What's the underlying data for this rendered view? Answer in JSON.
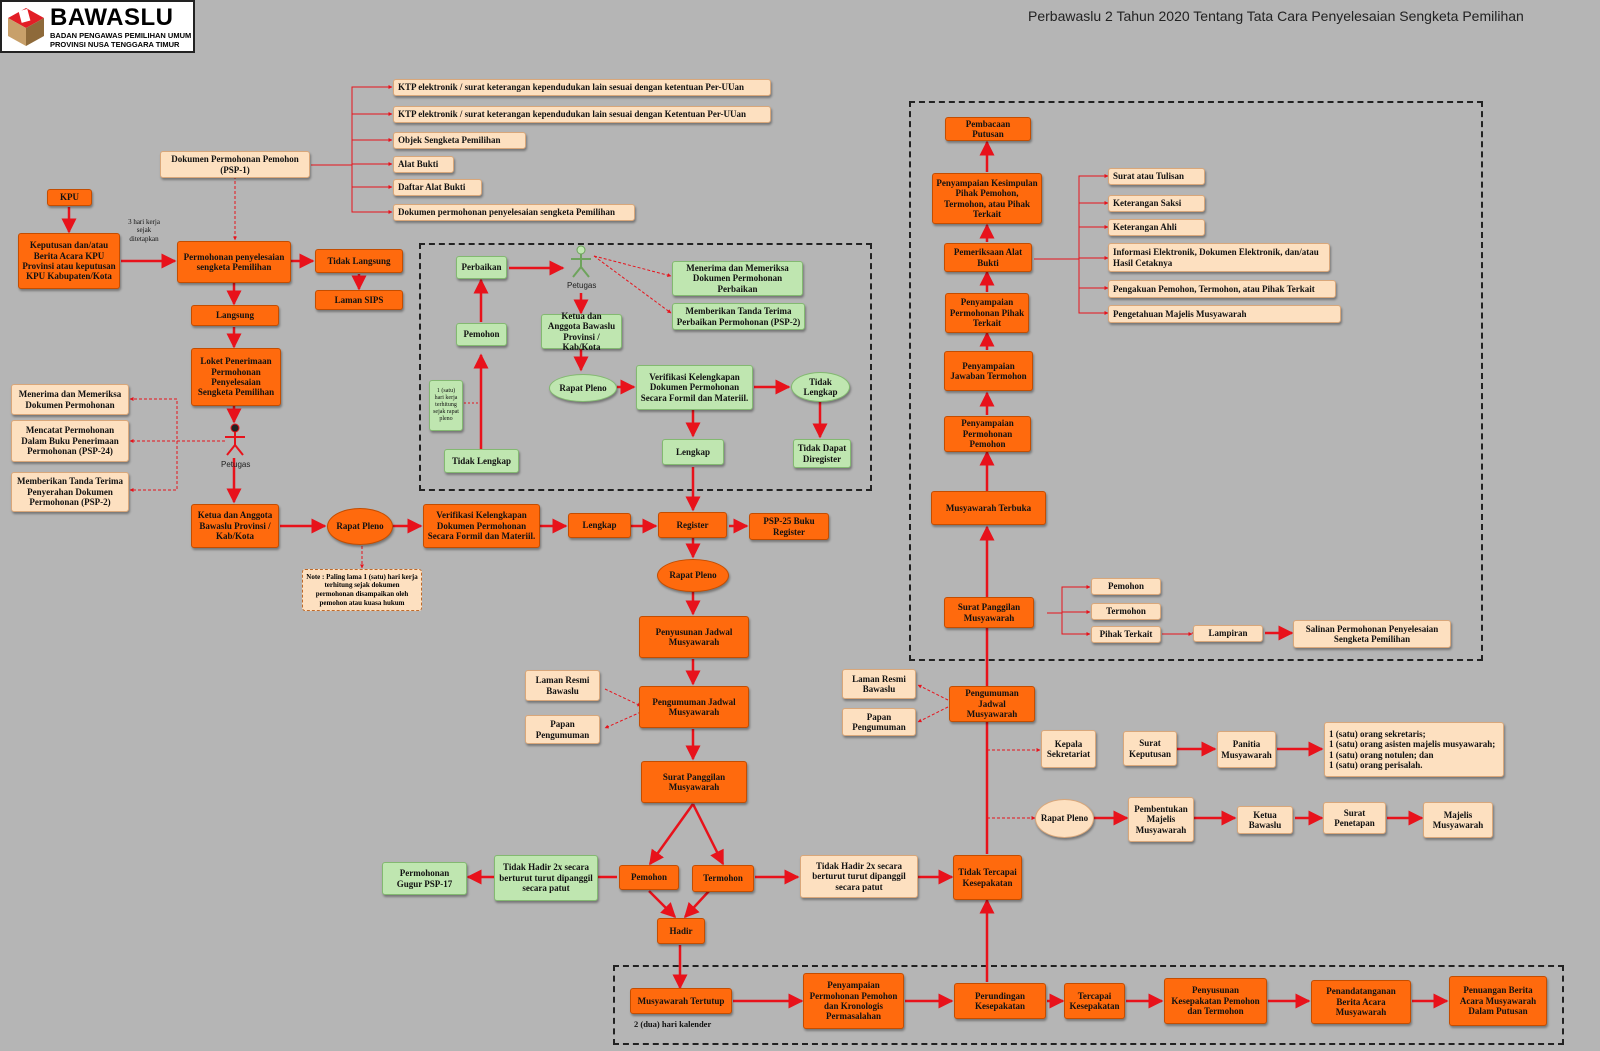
{
  "header": {
    "logo_name": "BAWASLU",
    "logo_line1": "BADAN PENGAWAS PEMILIHAN UMUM",
    "logo_line2": "PROVINSI NUSA TENGGARA TIMUR",
    "title": "Perbawaslu 2 Tahun 2020 Tentang Tata Cara Penyelesaian Sengketa Pemilihan"
  },
  "left": {
    "kpu": "KPU",
    "keputusan": "Keputusan dan/atau Berita Acara KPU Provinsi atau keputusan KPU Kabupaten/Kota",
    "hari3": "3 hari kerja sejak ditetapkan",
    "dokumen": "Dokumen Permohonan Pemohon (PSP-1)",
    "docs": [
      "KTP elektronik / surat keterangan kependudukan lain sesuai dengan ketentuan Per-UUan",
      "KTP elektronik / surat keterangan kependudukan lain sesuai dengan Ketentuan Per-UUan",
      "Objek Sengketa Pemilihan",
      "Alat Bukti",
      "Daftar Alat Bukti",
      "Dokumen permohonan penyelesaian sengketa Pemilihan"
    ],
    "permohonan": "Permohonan penyelesaian sengketa Pemilihan",
    "tidak_langsung": "Tidak Langsung",
    "laman_sips": "Laman SIPS",
    "langsung": "Langsung",
    "loket": "Loket Penerimaan Permohonan Penyelesaian Sengketa Pemilihan",
    "petugas": "Petugas",
    "menerima": "Menerima dan Memeriksa Dokumen Permohonan",
    "mencatat": "Mencatat Permohonan Dalam Buku Penerimaan Permohonan  (PSP-24)",
    "memberikan": "Memberikan Tanda Terima Penyerahan Dokumen Permohonan (PSP-2)",
    "ketua": "Ketua dan Anggota Bawaslu Provinsi / Kab/Kota",
    "rapat": "Rapat Pleno",
    "note": "Note : Paling lama 1 (satu) hari kerja terhitung sejak dokumen permohonan disampaikan oleh pemohon atau kuasa hukum",
    "verifikasi": "Verifikasi Kelengkapan Dokumen Permohonan Secara Formil dan Materiil.",
    "lengkap": "Lengkap",
    "register": "Register",
    "psp25": "PSP-25 Buku Register"
  },
  "perbaikan": {
    "perbaikan": "Perbaikan",
    "pemohon": "Pemohon",
    "satu_hari": "1 (satu) hari kerja terhitung sejak rapat pleno",
    "tidak_lengkap": "Tidak Lengkap",
    "petugas": "Petugas",
    "menerima": "Menerima dan Memeriksa Dokumen Permohonan Perbaikan",
    "memberikan": "Memberikan Tanda Terima Perbaikan Permohonan (PSP-2)",
    "ketua": "Ketua dan Anggota Bawaslu Provinsi / Kab/Kota",
    "rapat": "Rapat Pleno",
    "verifikasi": "Verifikasi Kelengkapan Dokumen Permohonan Secara Formil dan Materiil.",
    "tidak_lengkap2": "Tidak Lengkap",
    "tidak_dapat": "Tidak Dapat Diregister",
    "lengkap": "Lengkap"
  },
  "center": {
    "rapat": "Rapat Pleno",
    "penyusunan": "Penyusunan Jadwal Musyawarah",
    "laman_resmi": "Laman Resmi Bawaslu",
    "papan": "Papan Pengumuman",
    "pengumuman": "Pengumuman Jadwal Musyawarah",
    "surat": "Surat Panggilan Musyawarah",
    "pemohon": "Pemohon",
    "termohon": "Termohon",
    "tidak_hadir_g": "Tidak Hadir 2x secara berturut turut dipanggil secara patut",
    "gugur": "Permohonan Gugur PSP-17",
    "tidak_hadir_p": "Tidak Hadir 2x secara berturut turut dipanggil secara patut",
    "hadir": "Hadir"
  },
  "bottom": {
    "tertutup": "Musyawarah Tertutup",
    "dua_hari": "2 (dua) hari kalender",
    "penyampaian": "Penyampaian Permohonan Pemohon dan Kronologis Permasalahan",
    "perundingan": "Perundingan Kesepakatan",
    "tercapai": "Tercapai Kesepakatan",
    "penyusunan": "Penyusunan Kesepakatan Pemohon dan Termohon",
    "penandatanganan": "Penandatanganan Berita Acara Musyawarah",
    "penuangan": "Penuangan Berita Acara Musyawarah Dalam Putusan"
  },
  "right": {
    "tidak_tercapai": "Tidak Tercapai Kesepakatan",
    "rapat": "Rapat Pleno",
    "pembentukan": "Pembentukan Majelis Musyawarah",
    "ketua_bawaslu": "Ketua Bawaslu",
    "surat_penetapan": "Surat Penetapan",
    "majelis": "Majelis Musyawarah",
    "kepala": "Kepala Sekretariat",
    "surat_keputusan": "Surat Keputusan",
    "panitia": "Panitia Musyawarah",
    "panitia_list": "1 (satu) orang sekretaris;\n1 (satu) orang asisten majelis musyawarah;\n1 (satu) orang notulen; dan\n1 (satu) orang perisalah.",
    "pengumuman": "Pengumuman Jadwal Musyawarah",
    "laman_resmi": "Laman Resmi Bawaslu",
    "papan": "Papan Pengumuman",
    "surat_panggilan": "Surat Panggilan Musyawarah",
    "pemohon": "Pemohon",
    "termohon": "Termohon",
    "pihak_terkait": "Pihak Terkait",
    "lampiran": "Lampiran",
    "salinan": "Salinan Permohonan Penyelesaian Sengketa Pemilihan",
    "terbuka": "Musyawarah Terbuka",
    "peny_pemohon": "Penyampaian Permohonan Pemohon",
    "peny_termohon": "Penyampaian Jawaban Termohon",
    "peny_pihak": "Penyampaian Permohonan Pihak Terkait",
    "pemeriksaan": "Pemeriksaan Alat Bukti",
    "bukti": [
      "Surat atau Tulisan",
      "Keterangan Saksi",
      "Keterangan Ahli",
      "Informasi Elektronik, Dokumen Elektronik, dan/atau Hasil Cetaknya",
      "Pengakuan Pemohon, Termohon, atau Pihak Terkait",
      "Pengetahuan Majelis Musyawarah"
    ],
    "kesimpulan": "Penyampaian Kesimpulan Pihak Pemohon, Termohon, atau Pihak Terkait",
    "pembacaan": "Pembacaan Putusan"
  },
  "colors": {
    "orange": "#ff6a0d",
    "peach": "#fde0c0",
    "green": "#bfe6b0",
    "arrow": "#e8121b",
    "background": "#b5b5b5"
  }
}
